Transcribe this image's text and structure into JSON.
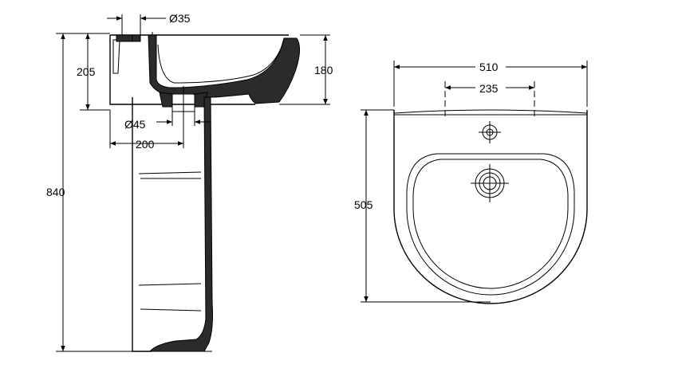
{
  "drawing": {
    "side_view": {
      "dims": {
        "waste_diameter": "Ø35",
        "tap_height": "205",
        "basin_depth": "180",
        "outlet_diameter": "Ø45",
        "outlet_offset": "200",
        "total_height": "840"
      }
    },
    "top_view": {
      "dims": {
        "width": "510",
        "fixing_centres": "235",
        "projection": "505"
      }
    }
  }
}
